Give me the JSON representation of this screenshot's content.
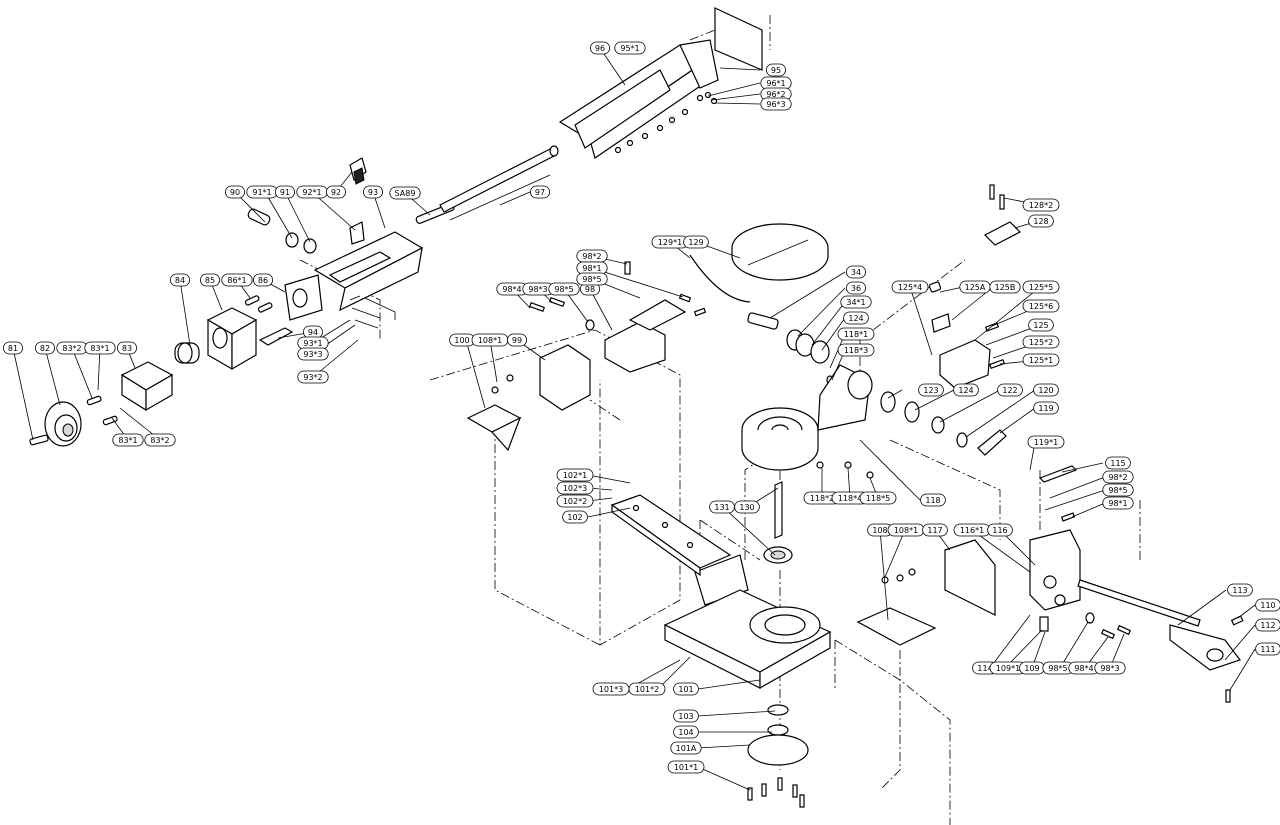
{
  "callouts": [
    {
      "id": "c81",
      "text": "81"
    },
    {
      "id": "c82",
      "text": "82"
    },
    {
      "id": "c83s2a",
      "text": "83*2"
    },
    {
      "id": "c83s1a",
      "text": "83*1"
    },
    {
      "id": "c83",
      "text": "83"
    },
    {
      "id": "c83s1b",
      "text": "83*1"
    },
    {
      "id": "c83s2b",
      "text": "83*2"
    },
    {
      "id": "c84",
      "text": "84"
    },
    {
      "id": "c85",
      "text": "85"
    },
    {
      "id": "c86s1",
      "text": "86*1"
    },
    {
      "id": "c86",
      "text": "86"
    },
    {
      "id": "c90",
      "text": "90"
    },
    {
      "id": "c91s1",
      "text": "91*1"
    },
    {
      "id": "c91",
      "text": "91"
    },
    {
      "id": "c92s1",
      "text": "92*1"
    },
    {
      "id": "c92",
      "text": "92"
    },
    {
      "id": "c93",
      "text": "93"
    },
    {
      "id": "cSA89",
      "text": "SA89"
    },
    {
      "id": "c94",
      "text": "94"
    },
    {
      "id": "c93s1",
      "text": "93*1"
    },
    {
      "id": "c93s3",
      "text": "93*3"
    },
    {
      "id": "c93s2",
      "text": "93*2"
    },
    {
      "id": "c96",
      "text": "96"
    },
    {
      "id": "c95s1",
      "text": "95*1"
    },
    {
      "id": "c95",
      "text": "95"
    },
    {
      "id": "c96s1",
      "text": "96*1"
    },
    {
      "id": "c96s2",
      "text": "96*2"
    },
    {
      "id": "c96s3",
      "text": "96*3"
    },
    {
      "id": "c97",
      "text": "97"
    },
    {
      "id": "c100",
      "text": "100"
    },
    {
      "id": "c108s1a",
      "text": "108*1"
    },
    {
      "id": "c99",
      "text": "99"
    },
    {
      "id": "c98s4a",
      "text": "98*4"
    },
    {
      "id": "c98s3a",
      "text": "98*3"
    },
    {
      "id": "c98s5a",
      "text": "98*5"
    },
    {
      "id": "c98a",
      "text": "98"
    },
    {
      "id": "c98s2a",
      "text": "98*2"
    },
    {
      "id": "c98s1a",
      "text": "98*1"
    },
    {
      "id": "c98s5b",
      "text": "98*5"
    },
    {
      "id": "c129s1",
      "text": "129*1"
    },
    {
      "id": "c129",
      "text": "129"
    },
    {
      "id": "c34",
      "text": "34"
    },
    {
      "id": "c36",
      "text": "36"
    },
    {
      "id": "c34s1",
      "text": "34*1"
    },
    {
      "id": "c124a",
      "text": "124"
    },
    {
      "id": "c118s1",
      "text": "118*1"
    },
    {
      "id": "c118s3",
      "text": "118*3"
    },
    {
      "id": "c123",
      "text": "123"
    },
    {
      "id": "c124b",
      "text": "124"
    },
    {
      "id": "c122",
      "text": "122"
    },
    {
      "id": "c120",
      "text": "120"
    },
    {
      "id": "c119",
      "text": "119"
    },
    {
      "id": "c119s1",
      "text": "119*1"
    },
    {
      "id": "c118s2",
      "text": "118*2"
    },
    {
      "id": "c118s4",
      "text": "118*4"
    },
    {
      "id": "c118s5",
      "text": "118*5"
    },
    {
      "id": "c118",
      "text": "118"
    },
    {
      "id": "c128s2",
      "text": "128*2"
    },
    {
      "id": "c128",
      "text": "128"
    },
    {
      "id": "c125s4",
      "text": "125*4"
    },
    {
      "id": "c125A",
      "text": "125A"
    },
    {
      "id": "c125B",
      "text": "125B"
    },
    {
      "id": "c125s5",
      "text": "125*5"
    },
    {
      "id": "c125s6",
      "text": "125*6"
    },
    {
      "id": "c125",
      "text": "125"
    },
    {
      "id": "c125s2",
      "text": "125*2"
    },
    {
      "id": "c125s1",
      "text": "125*1"
    },
    {
      "id": "c115",
      "text": "115"
    },
    {
      "id": "c98s2b",
      "text": "98*2"
    },
    {
      "id": "c98s5c",
      "text": "98*5"
    },
    {
      "id": "c98s1b",
      "text": "98*1"
    },
    {
      "id": "c102s1",
      "text": "102*1"
    },
    {
      "id": "c102s3",
      "text": "102*3"
    },
    {
      "id": "c102s2",
      "text": "102*2"
    },
    {
      "id": "c102",
      "text": "102"
    },
    {
      "id": "c131",
      "text": "131"
    },
    {
      "id": "c130",
      "text": "130"
    },
    {
      "id": "c108",
      "text": "108"
    },
    {
      "id": "c108s1b",
      "text": "108*1"
    },
    {
      "id": "c117",
      "text": "117"
    },
    {
      "id": "c116s1",
      "text": "116*1"
    },
    {
      "id": "c116",
      "text": "116"
    },
    {
      "id": "c113",
      "text": "113"
    },
    {
      "id": "c110",
      "text": "110"
    },
    {
      "id": "c112",
      "text": "112"
    },
    {
      "id": "c111",
      "text": "111"
    },
    {
      "id": "c114",
      "text": "114"
    },
    {
      "id": "c109s1",
      "text": "109*1"
    },
    {
      "id": "c109",
      "text": "109"
    },
    {
      "id": "c98s5d",
      "text": "98*5"
    },
    {
      "id": "c98s4b",
      "text": "98*4"
    },
    {
      "id": "c98s3b",
      "text": "98*3"
    },
    {
      "id": "c101s3",
      "text": "101*3"
    },
    {
      "id": "c101s2",
      "text": "101*2"
    },
    {
      "id": "c101",
      "text": "101"
    },
    {
      "id": "c103",
      "text": "103"
    },
    {
      "id": "c104",
      "text": "104"
    },
    {
      "id": "c101A",
      "text": "101A"
    },
    {
      "id": "c101s1",
      "text": "101*1"
    }
  ]
}
